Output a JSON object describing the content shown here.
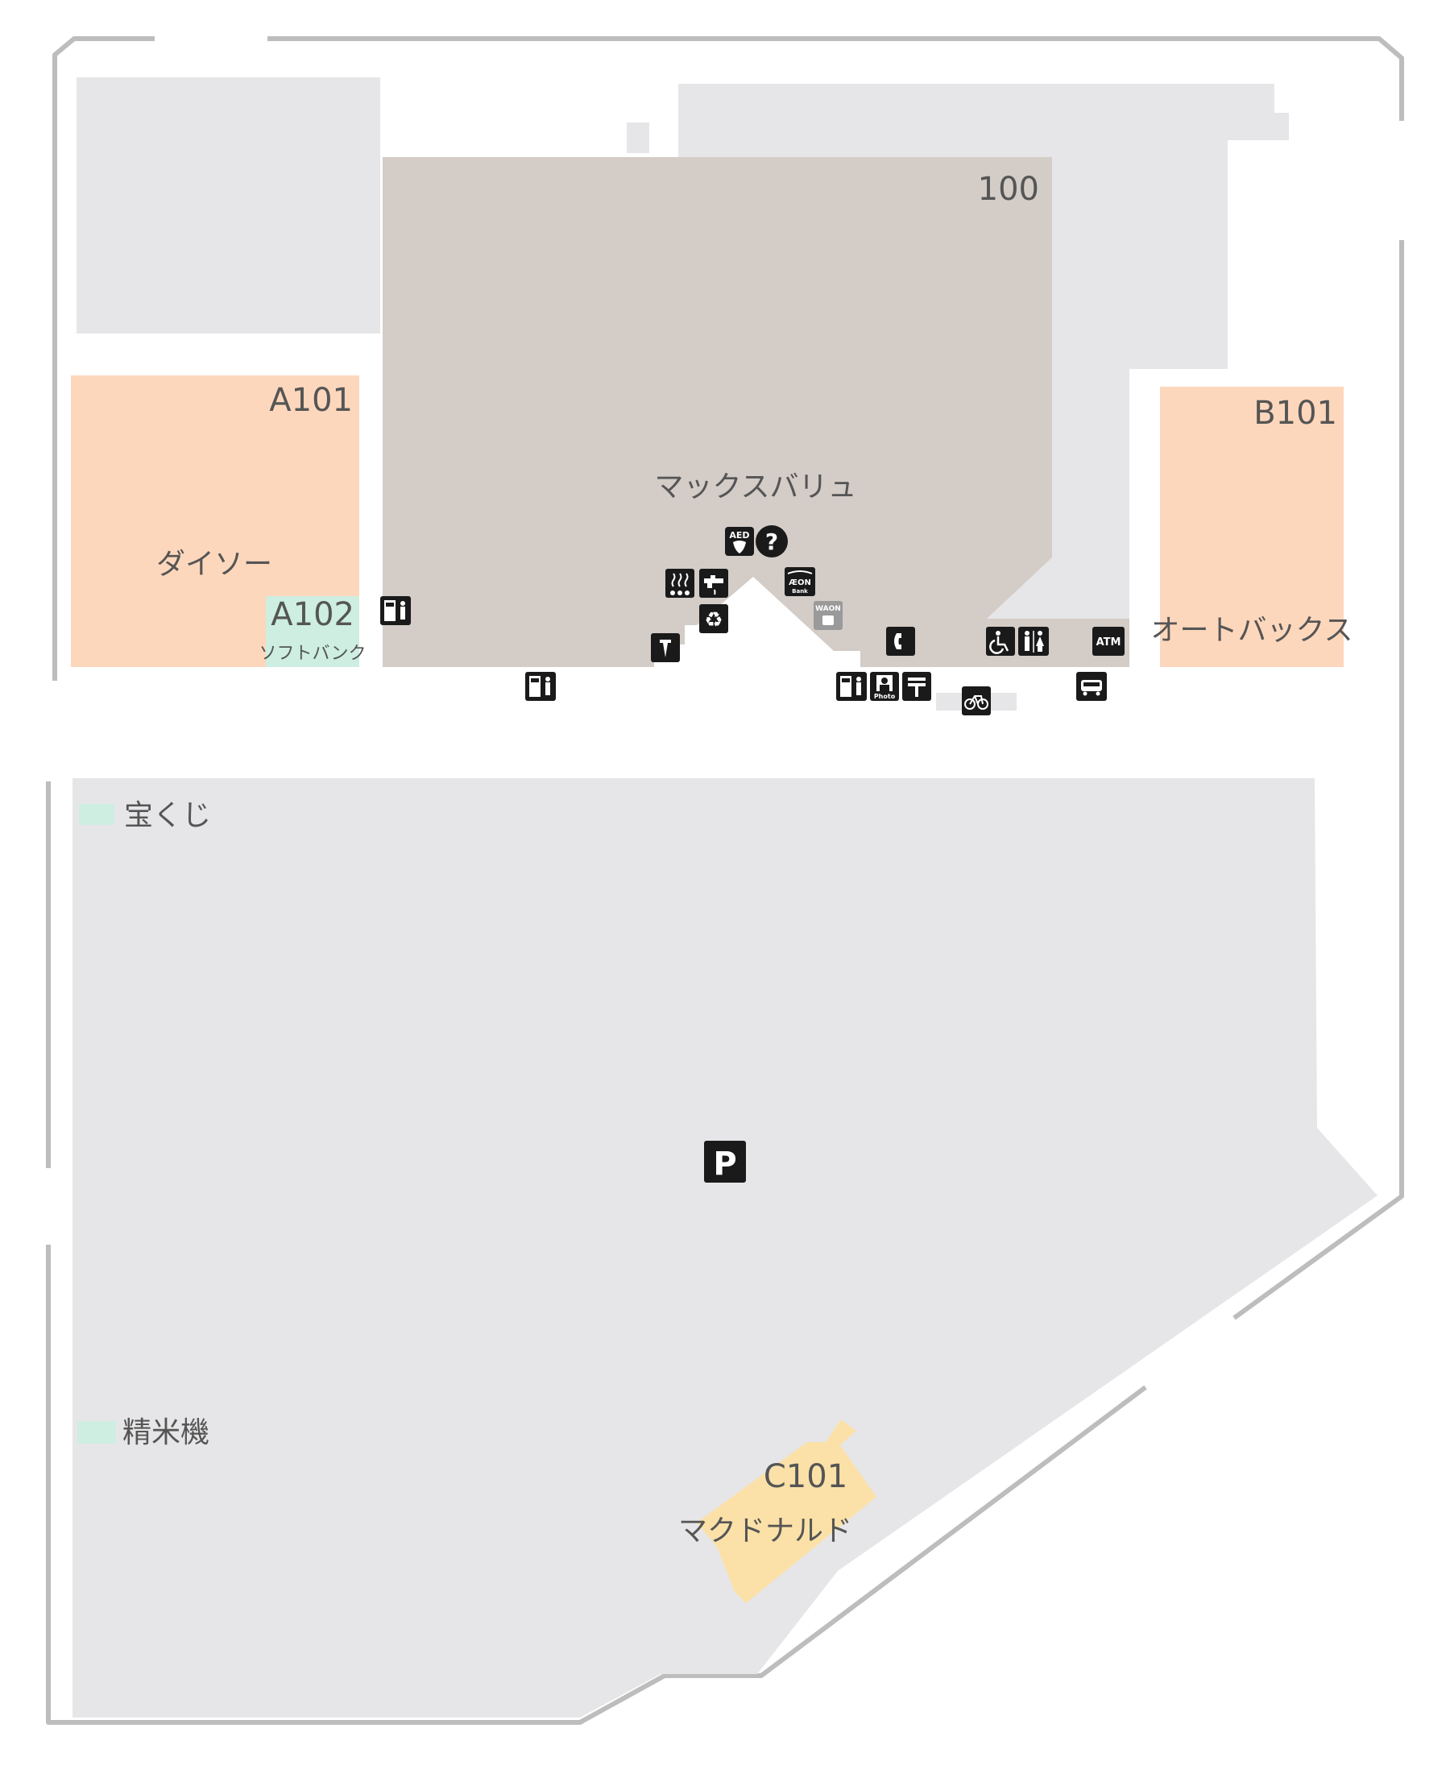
{
  "stores": {
    "main": {
      "number": "100",
      "name": "マックスバリュ"
    },
    "a101": {
      "number": "A101",
      "name": "ダイソー"
    },
    "a102": {
      "number": "A102",
      "name": "ソフトバンク"
    },
    "b101": {
      "number": "B101",
      "name": "オートバックス"
    },
    "c101": {
      "number": "C101",
      "name": "マクドナルド"
    }
  },
  "legend": {
    "lottery": "宝くじ",
    "rice_polisher": "精米機"
  },
  "icons": {
    "aed": "AED",
    "atm": "ATM",
    "photo": "Photo",
    "parking": "P",
    "aeon_bank": "ÆON",
    "aeon_bank_sub": "Bank",
    "waon": "WAON"
  },
  "colors": {
    "main_store": "#d3ccc7",
    "shop": "#fdd7bc",
    "service": "#cdeee0",
    "restaurant": "#fbe1a8",
    "lot": "#e6e6e8",
    "wall": "#bdbdbd",
    "icon": "#1a1a1a"
  }
}
